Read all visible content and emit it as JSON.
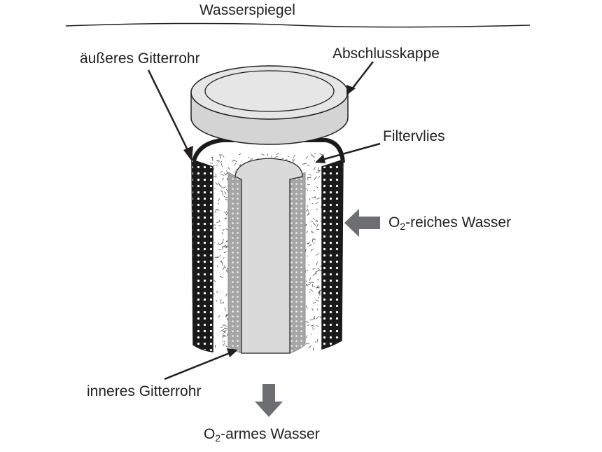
{
  "labels": {
    "water_level": "Wasserspiegel",
    "outer_grid_pipe": "äußeres Gitterrohr",
    "end_cap": "Abschlusskappe",
    "filter_fleece": "Filtervlies",
    "o2_rich_prefix": "O",
    "o2_rich_sub": "2",
    "o2_rich_suffix": "-reiches Wasser",
    "inner_grid_pipe": "inneres Gitterrohr",
    "o2_poor_prefix": "O",
    "o2_poor_sub": "2",
    "o2_poor_suffix": "-armes Wasser"
  },
  "colors": {
    "text": "#231f20",
    "outline": "#231f20",
    "cap_face": "#e6e6e6",
    "cap_side": "#d4d4d4",
    "outer_grid": "#1a1a1a",
    "inner_grid": "#a6a6a6",
    "inner_pipe": "#dadada",
    "arrow": "#6d6e71",
    "fleece_fiber": "#555555"
  }
}
